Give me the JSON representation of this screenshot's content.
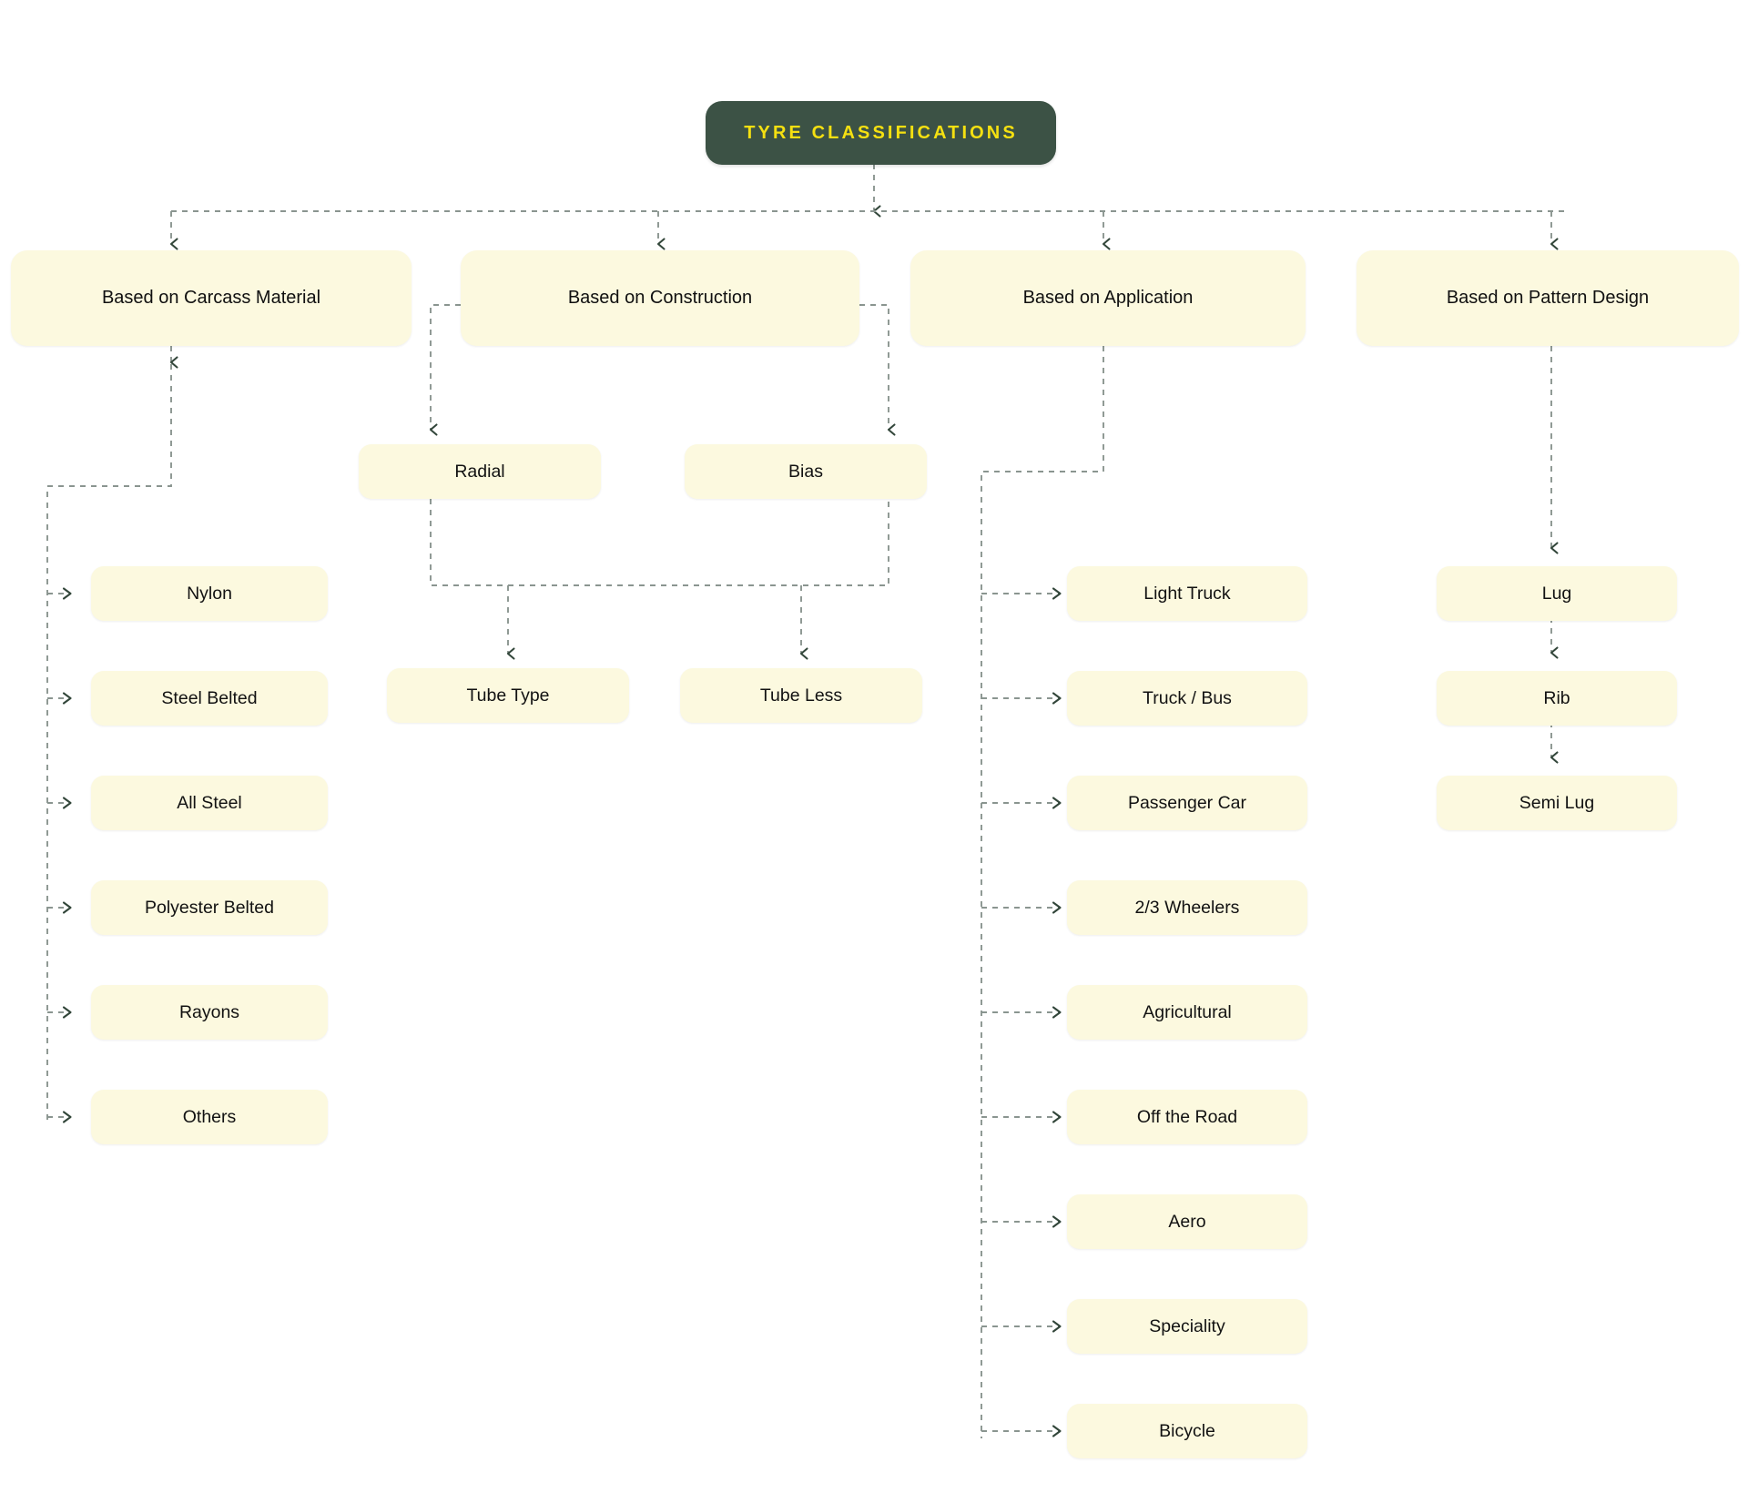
{
  "diagram": {
    "title": "TYRE CLASSIFICATIONS",
    "colors": {
      "root_bg": "#3C5245",
      "root_text": "#F5E011",
      "node_bg": "#FCF9DF",
      "node_text": "#121212",
      "wire": "#8A9590",
      "arrow": "#32463A",
      "canvas": "#FFFFFF"
    },
    "branches": [
      {
        "label": "Based on Carcass Material",
        "children": [
          "Nylon",
          "Steel Belted",
          "All Steel",
          "Polyester Belted",
          "Rayons",
          "Others"
        ]
      },
      {
        "label": "Based on Construction",
        "children": [
          "Radial",
          "Bias"
        ],
        "grandchildren": [
          "Tube Type",
          "Tube Less"
        ]
      },
      {
        "label": "Based on Application",
        "children": [
          "Light Truck",
          "Truck / Bus",
          "Passenger Car",
          "2/3 Wheelers",
          "Agricultural",
          "Off the Road",
          "Aero",
          "Speciality",
          "Bicycle"
        ]
      },
      {
        "label": "Based on Pattern Design",
        "children": [
          "Lug",
          "Rib",
          "Semi Lug"
        ]
      }
    ]
  }
}
